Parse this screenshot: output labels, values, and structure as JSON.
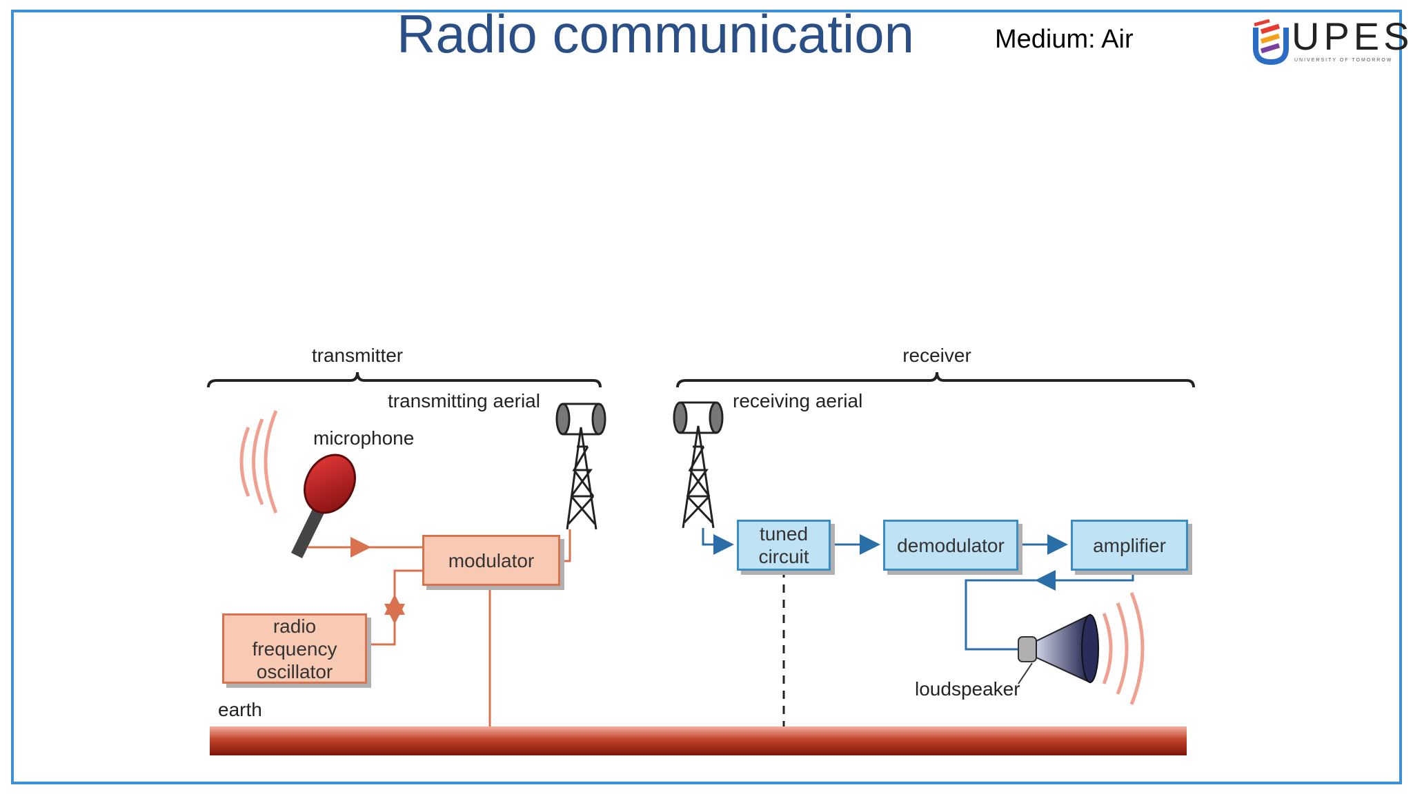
{
  "slide": {
    "title": "Radio communication",
    "medium_label": "Medium: Air"
  },
  "logo": {
    "name": "UPES",
    "tagline": "UNIVERSITY OF TOMORROW",
    "colors": [
      "#e63b2e",
      "#f6a01a",
      "#2b6cc4",
      "#7a3fa0"
    ]
  },
  "diagram": {
    "transmitter_label": "transmitter",
    "receiver_label": "receiver",
    "transmitting_aerial_label": "transmitting aerial",
    "receiving_aerial_label": "receiving aerial",
    "microphone_label": "microphone",
    "modulator_label": "modulator",
    "oscillator_label": "radio frequency oscillator",
    "tuned_circuit_label": "tuned circuit",
    "demodulator_label": "demodulator",
    "amplifier_label": "amplifier",
    "loudspeaker_label": "loudspeaker",
    "earth_label": "earth",
    "colors": {
      "transmitter_fill": "#f8c9b3",
      "transmitter_line": "#d9704e",
      "receiver_fill": "#bfe3f5",
      "receiver_line": "#3a8cc3",
      "earth": "#9c2a16",
      "sound_waves": "#f0a090"
    }
  }
}
